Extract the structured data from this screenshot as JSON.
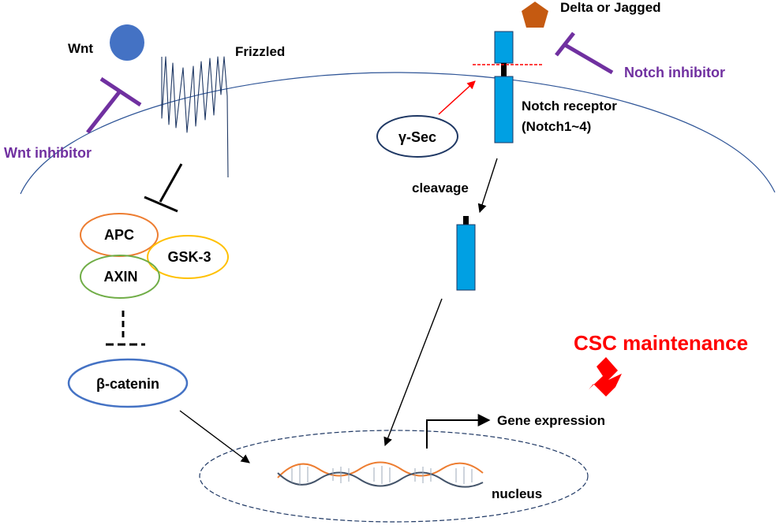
{
  "labels": {
    "wnt": "Wnt",
    "frizzled": "Frizzled",
    "wnt_inhibitor": "Wnt inhibitor",
    "apc": "APC",
    "gsk3": "GSK-3",
    "axin": "AXIN",
    "beta_catenin": "β-catenin",
    "delta_jagged": "Delta or Jagged",
    "notch_inhibitor": "Notch inhibitor",
    "notch_receptor_line1": "Notch receptor",
    "notch_receptor_line2": "(Notch1~4)",
    "gamma_sec": "γ-Sec",
    "cleavage": "cleavage",
    "gene_expression": "Gene expression",
    "nucleus": "nucleus",
    "csc_maintenance": "CSC maintenance"
  },
  "colors": {
    "wnt_ligand": "#4472C4",
    "inhibitor": "#7030A0",
    "notch_receptor": "#00A0E3",
    "delta_ligand": "#C55A11",
    "apc_outline": "#ED7D31",
    "gsk3_outline": "#FFC000",
    "axin_outline": "#70AD47",
    "beta_catenin_outline": "#4472C4",
    "gamma_sec_outline": "#1F3864",
    "membrane": "#2F5597",
    "nucleus_outline": "#1F3864",
    "frizzled_line": "#1F3864",
    "dna_strand_1": "#ED7D31",
    "dna_strand_2": "#44546A",
    "cleavage_line": "#FF0000",
    "csc_text": "#FF0000",
    "csc_arrow": "#FF0000"
  },
  "icons": {
    "wnt": "circle",
    "delta_jagged": "pentagon",
    "csc_arrow": "block-arrow-up-right",
    "dna": "double-helix"
  }
}
